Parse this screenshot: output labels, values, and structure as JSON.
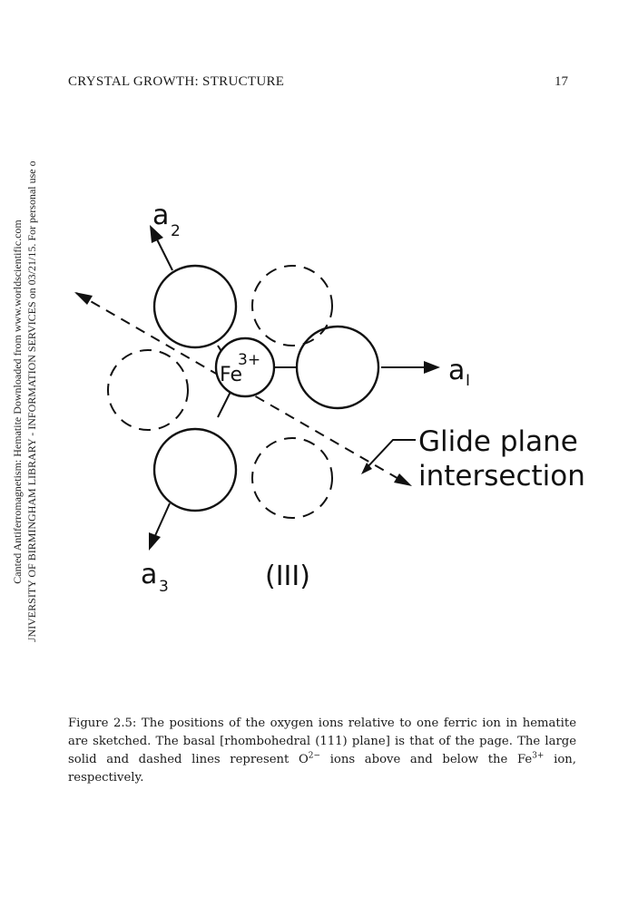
{
  "header": {
    "running_title": "CRYSTAL GROWTH: STRUCTURE",
    "page_number": "17"
  },
  "side_notice": {
    "line1": "Canted Antiferromagnetism: Hematite Downloaded from www.worldscientific.com",
    "line2": "by UNIVERSITY OF BIRMINGHAM LIBRARY - INFORMATION SERVICES on 03/21/15. For personal use only."
  },
  "figure": {
    "axis_a2_letter": "a",
    "axis_a2_sub": "2",
    "axis_a1_letter": "a",
    "axis_a1_sub": "I",
    "axis_a3_letter": "a",
    "axis_a3_sub": "3",
    "ion_label": "Fe",
    "ion_charge": "3+",
    "glide_line1": "Glide plane",
    "glide_line2": "intersection",
    "plane_label": "(III)"
  },
  "caption": {
    "part1": "Figure 2.5: The positions of the oxygen ions relative to one ferric ion in hematite are sketched. The basal [rhombohedral (111) plane] is that of the page. The large solid and dashed lines represent O",
    "o_charge": "2−",
    "part2": " ions above and below the Fe",
    "fe_charge": "3+",
    "part3": " ion, respectively."
  }
}
